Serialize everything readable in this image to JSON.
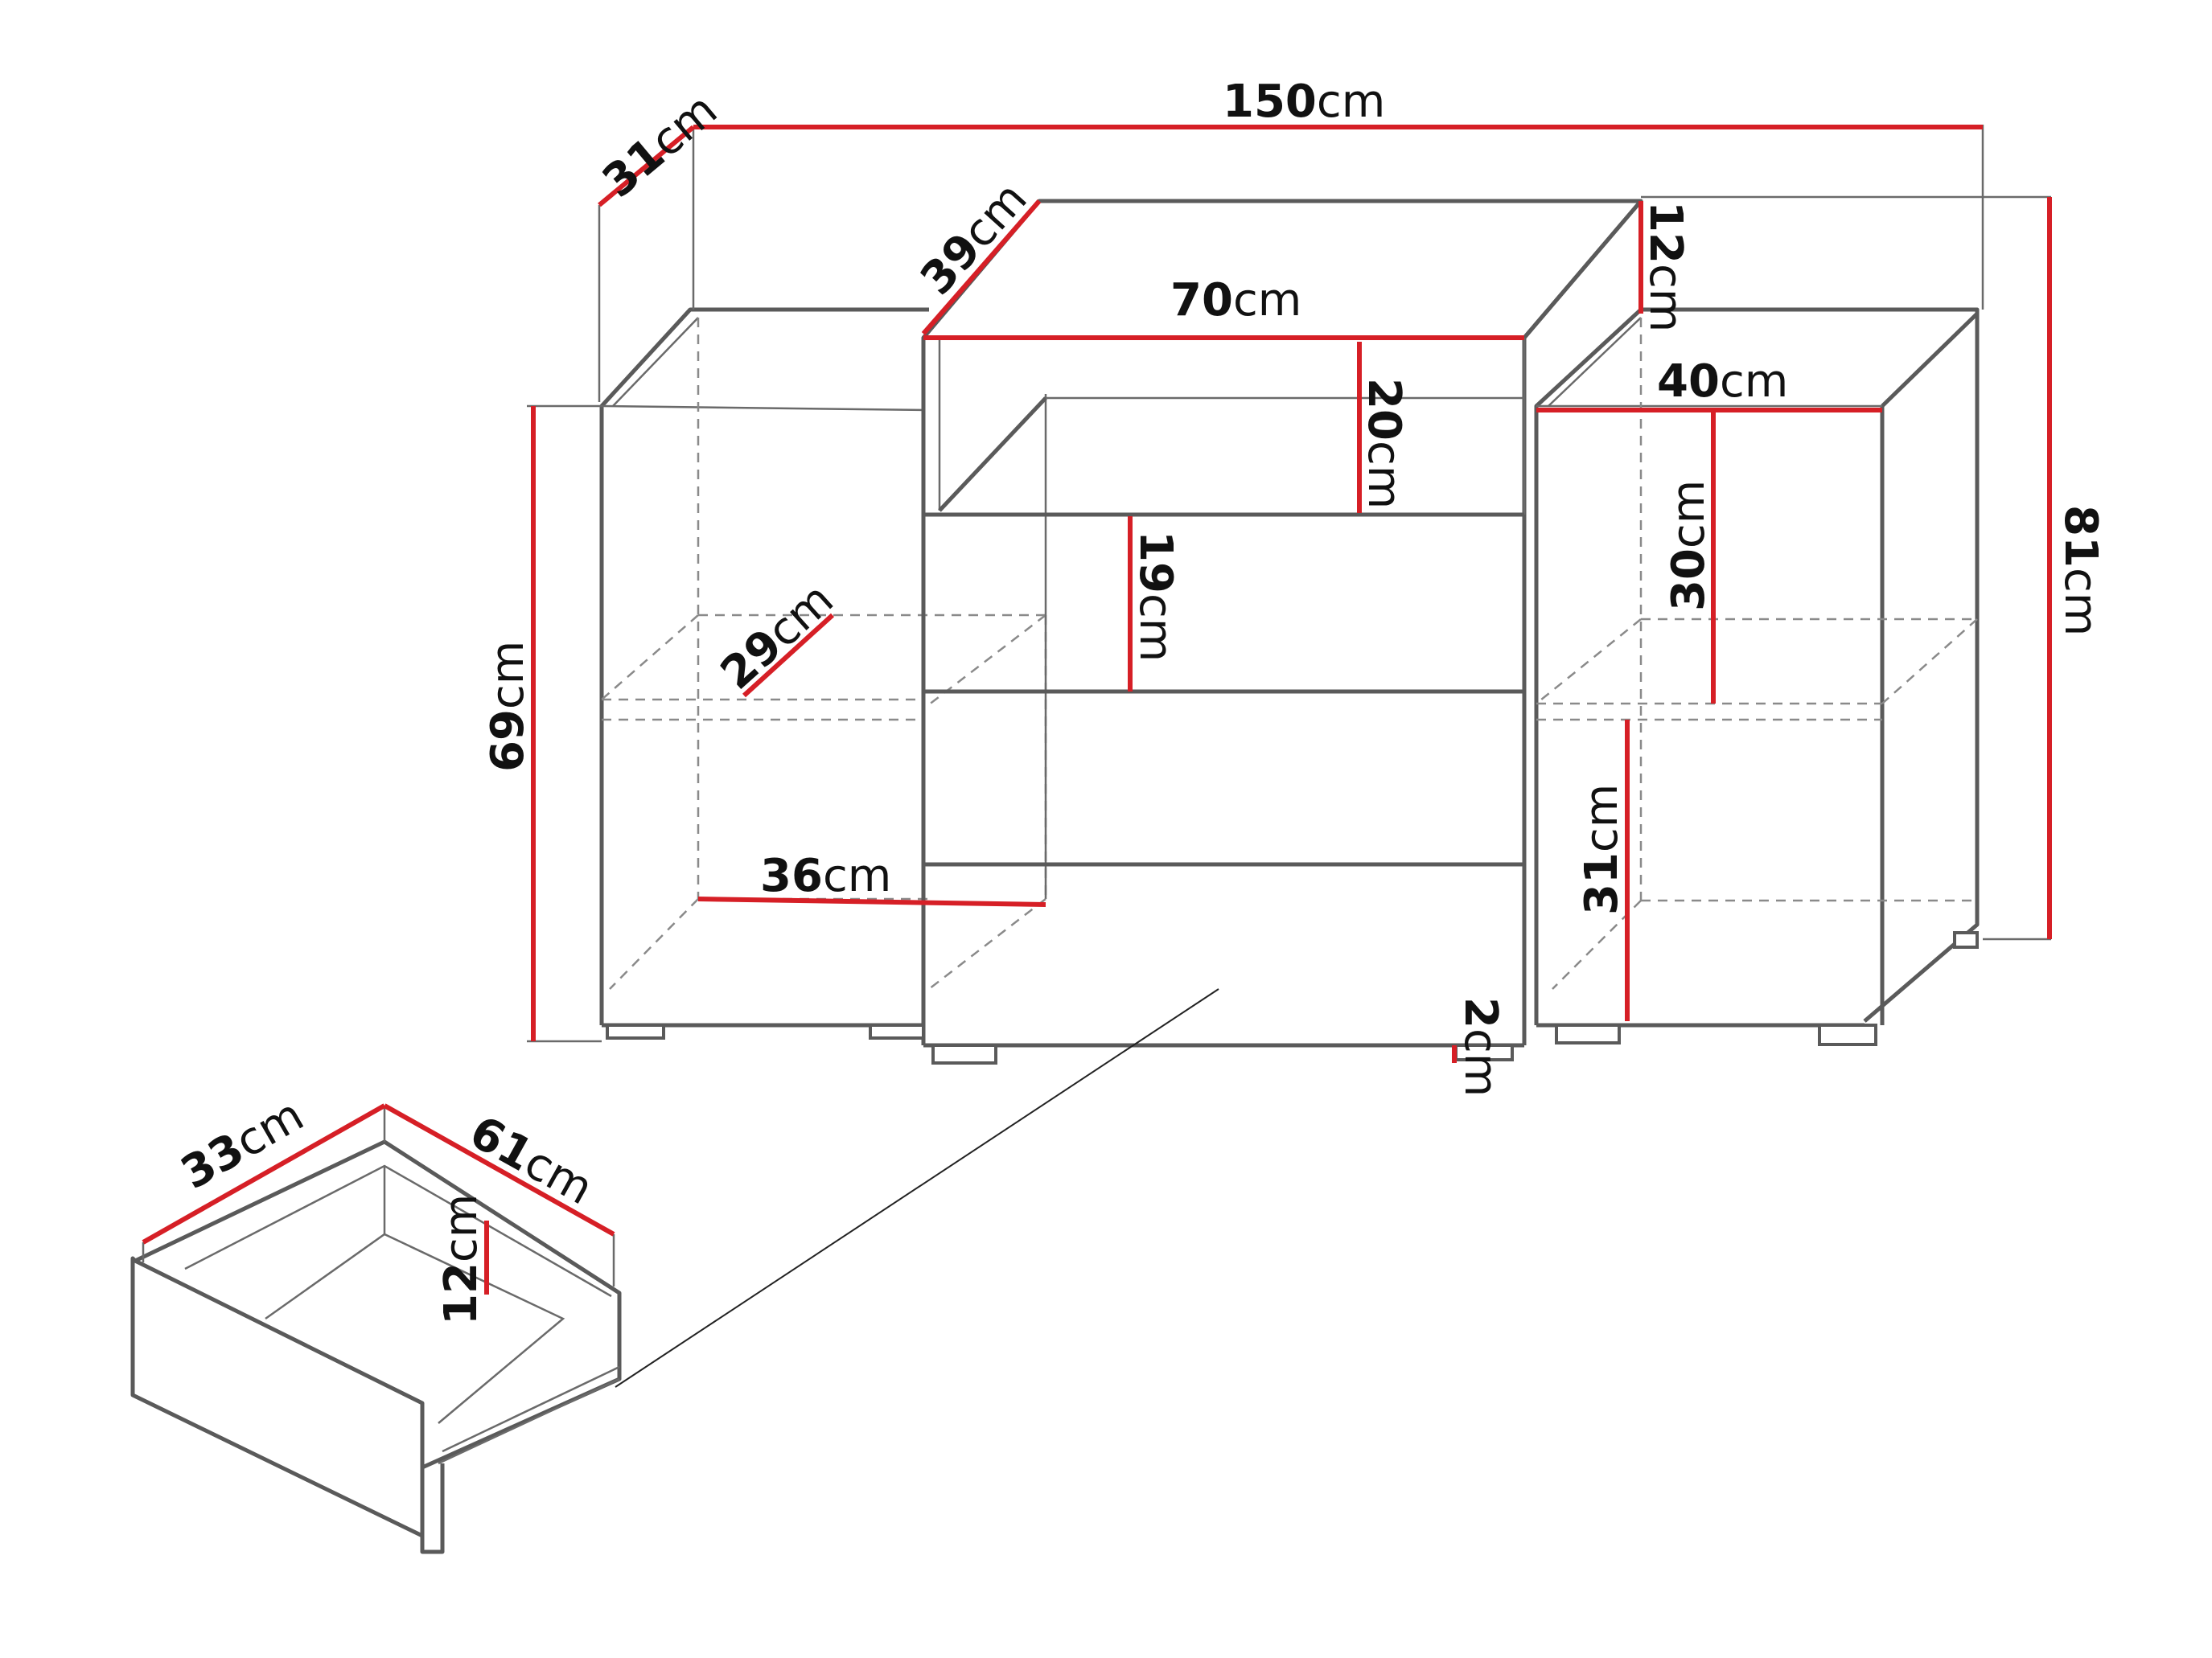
{
  "colors": {
    "outline": "#5a5a5a",
    "dimension_line": "#d61f26",
    "text": "#111111",
    "background": "#ffffff"
  },
  "dimensions": {
    "total_width": {
      "num": "150",
      "unit": "cm"
    },
    "total_depth": {
      "num": "31",
      "unit": "cm"
    },
    "middle_top_depth": {
      "num": "39",
      "unit": "cm"
    },
    "middle_top_width": {
      "num": "70",
      "unit": "cm"
    },
    "raised_height": {
      "num": "12",
      "unit": "cm"
    },
    "total_height": {
      "num": "81",
      "unit": "cm"
    },
    "side_height": {
      "num": "69",
      "unit": "cm"
    },
    "niche_height": {
      "num": "20",
      "unit": "cm"
    },
    "drawer_front_height": {
      "num": "19",
      "unit": "cm"
    },
    "right_width": {
      "num": "40",
      "unit": "cm"
    },
    "right_upper_height": {
      "num": "30",
      "unit": "cm"
    },
    "right_lower_height": {
      "num": "31",
      "unit": "cm"
    },
    "shelf_depth": {
      "num": "29",
      "unit": "cm"
    },
    "left_inner_width": {
      "num": "36",
      "unit": "cm"
    },
    "plinth_height": {
      "num": "2",
      "unit": "cm"
    },
    "drawer_width": {
      "num": "33",
      "unit": "cm"
    },
    "drawer_depth": {
      "num": "61",
      "unit": "cm"
    },
    "drawer_height": {
      "num": "12",
      "unit": "cm"
    }
  }
}
